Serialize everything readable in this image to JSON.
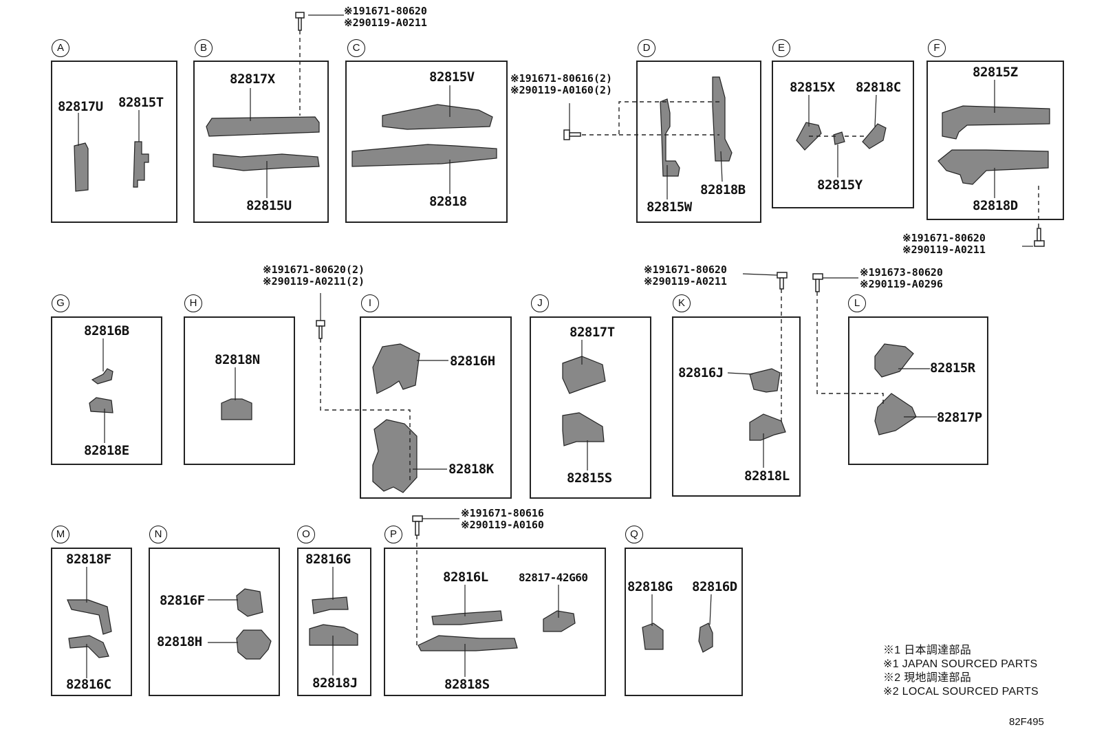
{
  "groups": [
    {
      "id": "A",
      "letter": "A",
      "parts": [
        "82817U",
        "82815T"
      ]
    },
    {
      "id": "B",
      "letter": "B",
      "parts": [
        "82817X",
        "82815U"
      ]
    },
    {
      "id": "C",
      "letter": "C",
      "parts": [
        "82815V",
        "82818"
      ]
    },
    {
      "id": "D",
      "letter": "D",
      "parts": [
        "82815W",
        "82818B"
      ]
    },
    {
      "id": "E",
      "letter": "E",
      "parts": [
        "82815X",
        "82818C",
        "82815Y"
      ]
    },
    {
      "id": "F",
      "letter": "F",
      "parts": [
        "82815Z",
        "82818D"
      ]
    },
    {
      "id": "G",
      "letter": "G",
      "parts": [
        "82816B",
        "82818E"
      ]
    },
    {
      "id": "H",
      "letter": "H",
      "parts": [
        "82818N"
      ]
    },
    {
      "id": "I",
      "letter": "I",
      "parts": [
        "82816H",
        "82818K"
      ]
    },
    {
      "id": "J",
      "letter": "J",
      "parts": [
        "82817T",
        "82815S"
      ]
    },
    {
      "id": "K",
      "letter": "K",
      "parts": [
        "82816J",
        "82818L"
      ]
    },
    {
      "id": "L",
      "letter": "L",
      "parts": [
        "82815R",
        "82817P"
      ]
    },
    {
      "id": "M",
      "letter": "M",
      "parts": [
        "82818F",
        "82816C"
      ]
    },
    {
      "id": "N",
      "letter": "N",
      "parts": [
        "82816F",
        "82818H"
      ]
    },
    {
      "id": "O",
      "letter": "O",
      "parts": [
        "82816G",
        "82818J"
      ]
    },
    {
      "id": "P",
      "letter": "P",
      "parts": [
        "82816L",
        "82817-42G60",
        "82818S"
      ]
    },
    {
      "id": "Q",
      "letter": "Q",
      "parts": [
        "82818G",
        "82816D"
      ]
    }
  ],
  "bolt_notes": {
    "b": [
      "※191671-80620",
      "※290119-A0211"
    ],
    "d": [
      "※191671-80616(2)",
      "※290119-A0160(2)"
    ],
    "f": [
      "※191671-80620",
      "※290119-A0211"
    ],
    "i": [
      "※191671-80620(2)",
      "※290119-A0211(2)"
    ],
    "k": [
      "※191671-80620",
      "※290119-A0211"
    ],
    "l": [
      "※191673-80620",
      "※290119-A0296"
    ],
    "p": [
      "※191671-80616",
      "※290119-A0160"
    ]
  },
  "legend": [
    "※1 日本調達部品",
    "※1 JAPAN SOURCED PARTS",
    "※2 現地調達部品",
    "※2 LOCAL SOURCED PARTS"
  ],
  "diagram_code": "82F495"
}
